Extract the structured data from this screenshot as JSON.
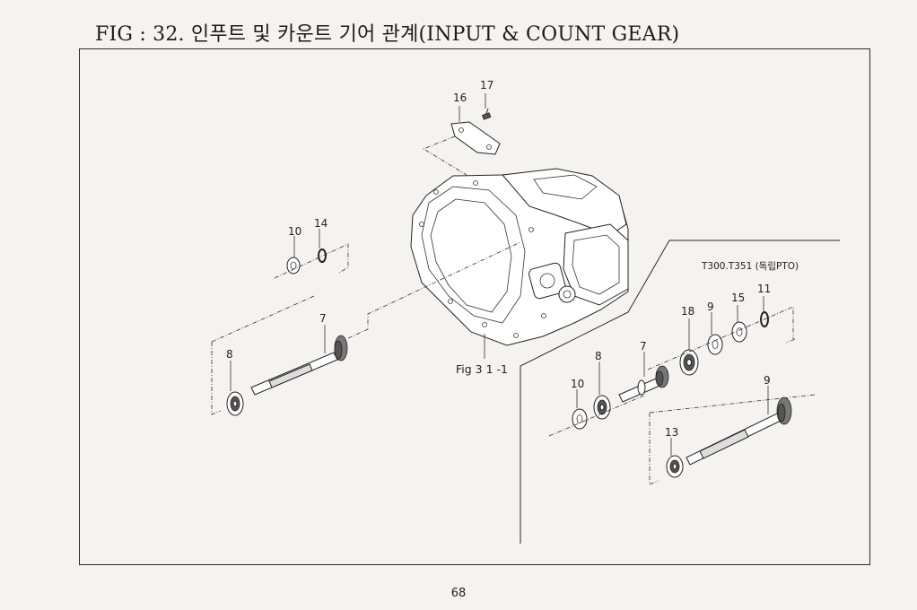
{
  "title": "FIG : 32. 인푸트 및 카운트 기어 관계(INPUT & COUNT GEAR)",
  "page_number": "68",
  "variant_label": "T300.T351 (독립PTO)",
  "reference_label": "Fig 3 1 -1",
  "callouts": {
    "p16": "16",
    "p17": "17",
    "left_p10": "10",
    "left_p14": "14",
    "left_p7": "7",
    "left_p8": "8",
    "right_p18": "18",
    "right_p9a": "9",
    "right_p15": "15",
    "right_p11": "11",
    "right_p7": "7",
    "right_p8": "8",
    "right_p10": "10",
    "right_p9b": "9",
    "right_p13": "13"
  }
}
